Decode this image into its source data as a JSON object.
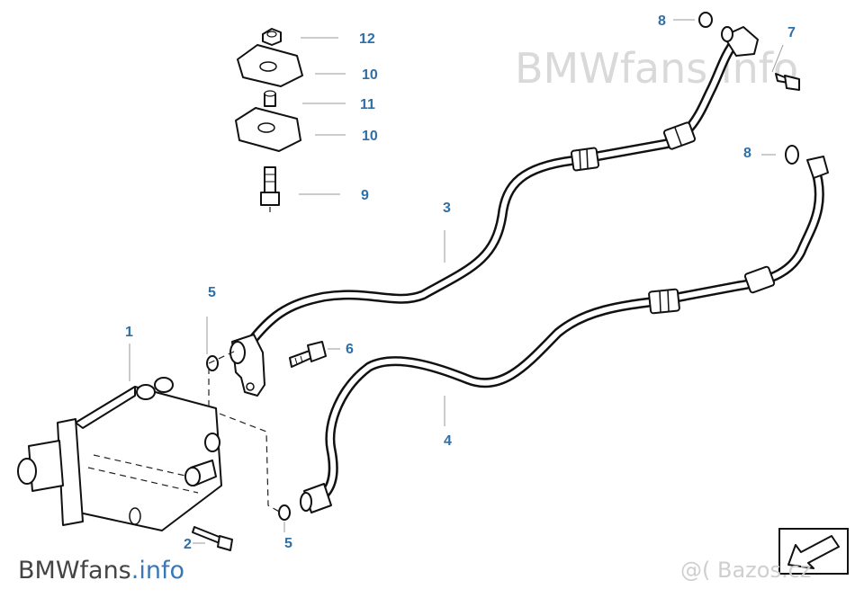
{
  "colors": {
    "callout": "#2f6fa8",
    "line": "#111111",
    "watermark": "#d9d9d9",
    "brand_blue": "#3a78b5"
  },
  "watermark": {
    "top": "BMWfans.info",
    "bottom_brand": "BMWfans",
    "bottom_suffix": ".info",
    "bazos": "@( Bazos.cz"
  },
  "callouts": {
    "c1": "1",
    "c2": "2",
    "c3": "3",
    "c4": "4",
    "c5a": "5",
    "c5b": "5",
    "c6": "6",
    "c7": "7",
    "c8a": "8",
    "c8b": "8",
    "c9": "9",
    "c10a": "10",
    "c10b": "10",
    "c11": "11",
    "c12": "12"
  },
  "icons": {
    "nav": "arrow-down-left-icon"
  }
}
